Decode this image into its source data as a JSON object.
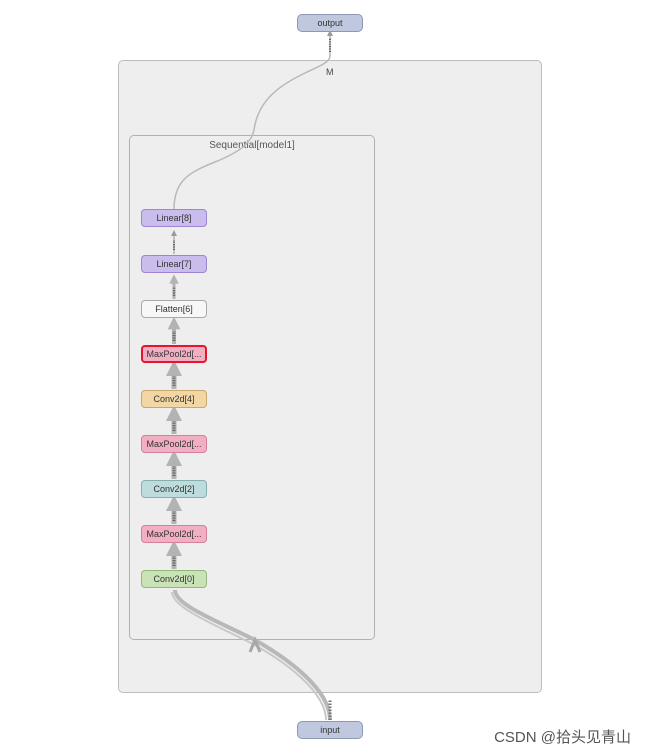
{
  "graph": {
    "output_label": "output",
    "input_label": "input",
    "outer_group_label": "M",
    "inner_group_label": "Sequential[model1]",
    "nodes": [
      {
        "id": "linear8",
        "label": "Linear[8]"
      },
      {
        "id": "linear7",
        "label": "Linear[7]"
      },
      {
        "id": "flatten6",
        "label": "Flatten[6]"
      },
      {
        "id": "maxpool5",
        "label": "MaxPool2d[..."
      },
      {
        "id": "conv4",
        "label": "Conv2d[4]"
      },
      {
        "id": "maxpool3",
        "label": "MaxPool2d[..."
      },
      {
        "id": "conv2",
        "label": "Conv2d[2]"
      },
      {
        "id": "maxpool1",
        "label": "MaxPool2d[..."
      },
      {
        "id": "conv0",
        "label": "Conv2d[0]"
      }
    ]
  },
  "colors": {
    "io_fill": "#bfc8de",
    "linear_fill": "#cbbcee",
    "flatten_fill": "#f7f7f7",
    "maxpool_fill": "#f2aec2",
    "selected_border": "#e8142a",
    "conv4_fill": "#f2d7a4",
    "conv2_fill": "#bfdcdc",
    "conv0_fill": "#c9e2b6",
    "group_fill": "#eeeeee",
    "edge": "#b3b3b3"
  },
  "watermark": "CSDN @拾头见青山"
}
